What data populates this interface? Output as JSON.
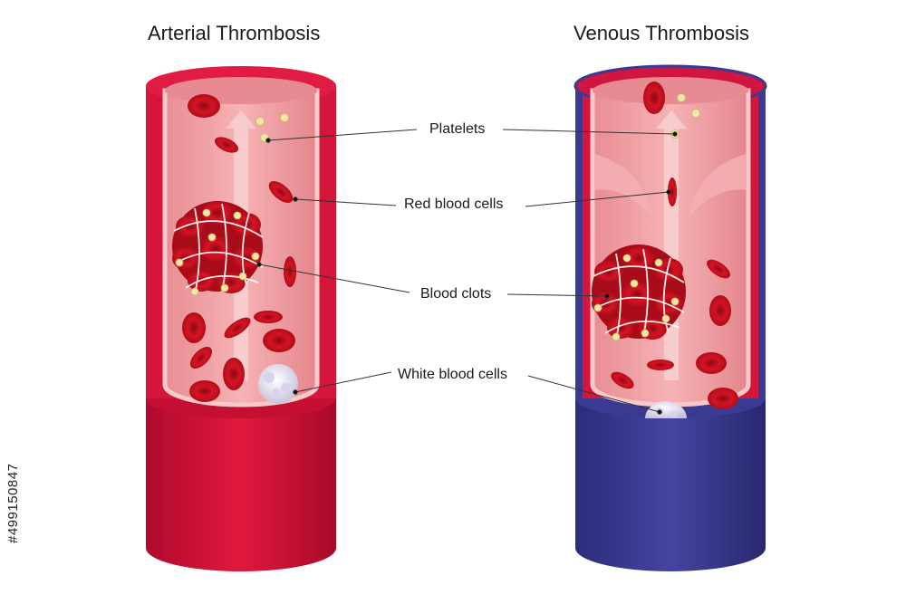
{
  "titles": {
    "arterial": "Arterial Thrombosis",
    "venous": "Venous Thrombosis"
  },
  "labels": {
    "platelets": "Platelets",
    "red_blood_cells": "Red blood cells",
    "blood_clots": "Blood clots",
    "white_blood_cells": "White blood cells"
  },
  "stock_id": "#499150847",
  "colors": {
    "artery_wall": "#d0103a",
    "vein_wall": "#3b3a8f",
    "lumen": "#f3a5a8",
    "red_cell": "#c8101e",
    "platelet": "#e8e0a0",
    "white_cell": "#e8e4f2"
  }
}
